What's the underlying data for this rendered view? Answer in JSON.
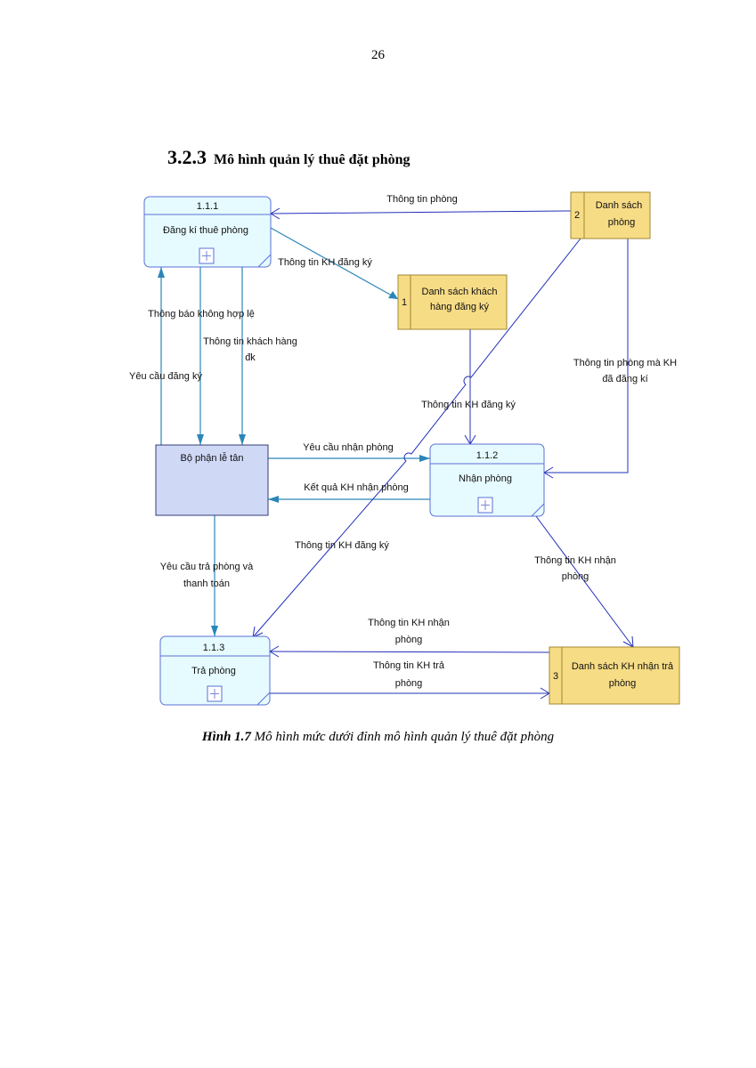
{
  "page_number": "26",
  "heading": {
    "number": "3.2.3",
    "title": "Mô hình quản lý thuê đặt phòng"
  },
  "diagram": {
    "processes": [
      {
        "id": "1.1.1",
        "name": "Đăng kí thuê phòng"
      },
      {
        "id": "1.1.2",
        "name": "Nhận phòng"
      },
      {
        "id": "1.1.3",
        "name": "Trả  phòng"
      }
    ],
    "external_entity": {
      "name": "Bộ phận lễ tân"
    },
    "data_stores": [
      {
        "number": "1",
        "name_lines": [
          "Danh sách khách",
          "hàng đăng ký"
        ]
      },
      {
        "number": "2",
        "name_lines": [
          "Danh sách",
          "phòng"
        ]
      },
      {
        "number": "3",
        "name_lines": [
          "Danh sách KH nhận trả",
          "phòng"
        ]
      }
    ],
    "flows": [
      {
        "lines": [
          "Thông tin phòng"
        ]
      },
      {
        "lines": [
          "Thông tin KH đăng ký"
        ]
      },
      {
        "lines": [
          "Thông báo không hợp lệ"
        ]
      },
      {
        "lines": [
          "Thông tin khách hàng",
          "đk"
        ]
      },
      {
        "lines": [
          "Yêu cầu đăng ký"
        ]
      },
      {
        "lines": [
          "Thông tin phòng mà KH",
          "đã đăng kí"
        ]
      },
      {
        "lines": [
          "Thông tin KH đăng ký"
        ]
      },
      {
        "lines": [
          "Yêu cầu nhận phòng"
        ]
      },
      {
        "lines": [
          "Kết quả KH nhận phòng"
        ]
      },
      {
        "lines": [
          "Thông tin KH đăng ký"
        ]
      },
      {
        "lines": [
          "Yêu cầu trả phòng và",
          "thanh toán"
        ]
      },
      {
        "lines": [
          "Thông tin KH nhận",
          "phòng"
        ]
      },
      {
        "lines": [
          "Thông tin KH nhận",
          "phòng"
        ]
      },
      {
        "lines": [
          "Thông tin KH trả",
          "phòng"
        ]
      }
    ]
  },
  "caption": {
    "label": "Hình 1.7",
    "text": " Mô hình mức dưới đỉnh mô hình quản lý thuê đặt phòng"
  }
}
